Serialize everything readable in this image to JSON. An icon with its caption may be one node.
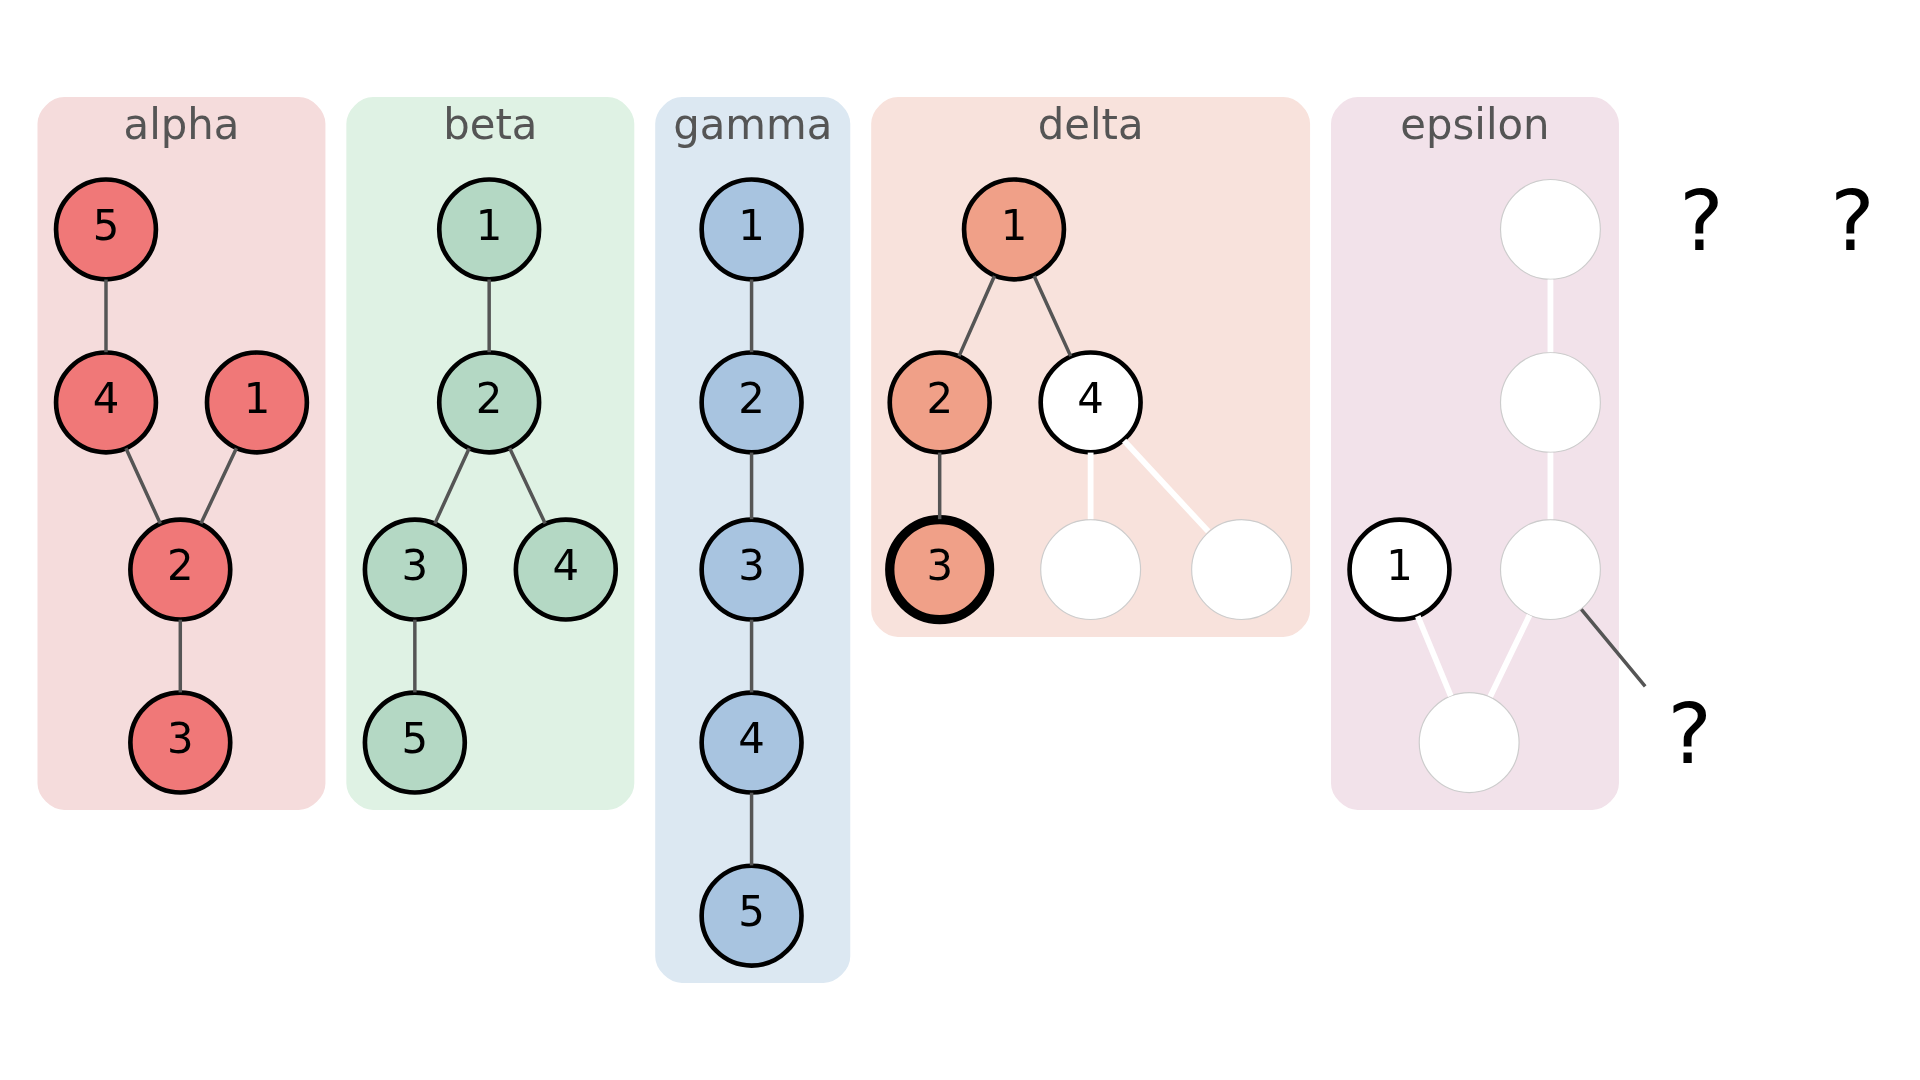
{
  "diagram": {
    "nodes": [
      {
        "text": [
          "alpha"
        ]
      },
      {
        "text": [
          "1"
        ],
        "in": 0
      },
      {
        "text": [
          "2"
        ],
        "in": 0
      },
      {
        "text": [
          "3"
        ],
        "in": 0
      },
      {
        "text": [
          "4"
        ],
        "in": 0
      },
      {
        "text": [
          "5"
        ],
        "in": 0
      },
      {
        "text": [
          "beta"
        ]
      },
      {
        "text": [
          "1"
        ],
        "in": 6
      },
      {
        "text": [
          "2"
        ],
        "in": 6
      },
      {
        "text": [
          "3"
        ],
        "in": 6
      },
      {
        "text": [
          "4"
        ],
        "in": 6
      },
      {
        "text": [
          "5"
        ],
        "in": 6
      },
      {
        "text": [
          "gamma"
        ]
      },
      {
        "text": [
          "1"
        ],
        "in": 12
      },
      {
        "text": [
          "2"
        ],
        "in": 12
      },
      {
        "text": [
          "3"
        ],
        "in": 12
      },
      {
        "text": [
          "4"
        ],
        "in": 12
      },
      {
        "text": [
          "5"
        ],
        "in": 12
      },
      {
        "text": [
          "delta"
        ]
      },
      {
        "text": [
          "1"
        ],
        "in": 18
      },
      {
        "text": [
          "2"
        ],
        "in": 18
      },
      {
        "text": [
          "3"
        ],
        "in": 18
      },
      {
        "text": [
          "4"
        ],
        "in": 18
      },
      {
        "text": [],
        "shape": "circle",
        "in": 18
      },
      {
        "text": [],
        "shape": "circle",
        "in": 18
      },
      {
        "text": [
          "epsilon"
        ]
      },
      {
        "text": [],
        "shape": "circle",
        "in": 25
      },
      {
        "text": [],
        "shape": "circle",
        "in": 25
      },
      {
        "text": [],
        "shape": "circle",
        "in": 25
      },
      {
        "text": [
          "1"
        ],
        "in": 25
      },
      {
        "text": [],
        "shape": "circle",
        "in": 25
      },
      {
        "text": [
          "?"
        ]
      }
    ],
    "edges": [
      {
        "from": 1,
        "to": 2,
        "arrow": "none"
      },
      {
        "from": 4,
        "to": 2,
        "arrow": "none"
      },
      {
        "from": 2,
        "to": 3,
        "arrow": "none"
      },
      {
        "from": 5,
        "to": 4,
        "arrow": "none"
      },
      {
        "from": 7,
        "to": 8,
        "arrow": "none"
      },
      {
        "from": 8,
        "to": 9,
        "arrow": "none"
      },
      {
        "from": 9,
        "to": 11,
        "arrow": "none"
      },
      {
        "from": 8,
        "to": 10,
        "arrow": "none"
      },
      {
        "from": 13,
        "to": 14,
        "arrow": "none"
      },
      {
        "from": 14,
        "to": 15,
        "arrow": "none"
      },
      {
        "from": 15,
        "to": 16,
        "arrow": "none"
      },
      {
        "from": 16,
        "to": 17,
        "arrow": "none"
      },
      {
        "from": 19,
        "to": 20,
        "arrow": "none"
      },
      {
        "from": 20,
        "to": 21,
        "arrow": "none"
      },
      {
        "from": 19,
        "to": 22,
        "arrow": "none"
      },
      {
        "from": 22,
        "to": 23,
        "arrow": "none",
        "color": "#ffffff"
      },
      {
        "from": 22,
        "to": 24,
        "arrow": "none",
        "color": "#ffffff"
      },
      {
        "from": 26,
        "to": 27,
        "arrow": "none",
        "color": "#ffffff"
      },
      {
        "from": 27,
        "to": 28,
        "arrow": "none",
        "color": "#ffffff"
      },
      {
        "from": 28,
        "to": 30,
        "arrow": "none",
        "color": "#ffffff"
      },
      {
        "from": 29,
        "to": 30,
        "arrow": "none",
        "color": "#ffffff"
      },
      {
        "from": 28,
        "to": 31,
        "arrow": "none"
      }
    ],
    "labels": [
      "?",
      "?"
    ]
  }
}
